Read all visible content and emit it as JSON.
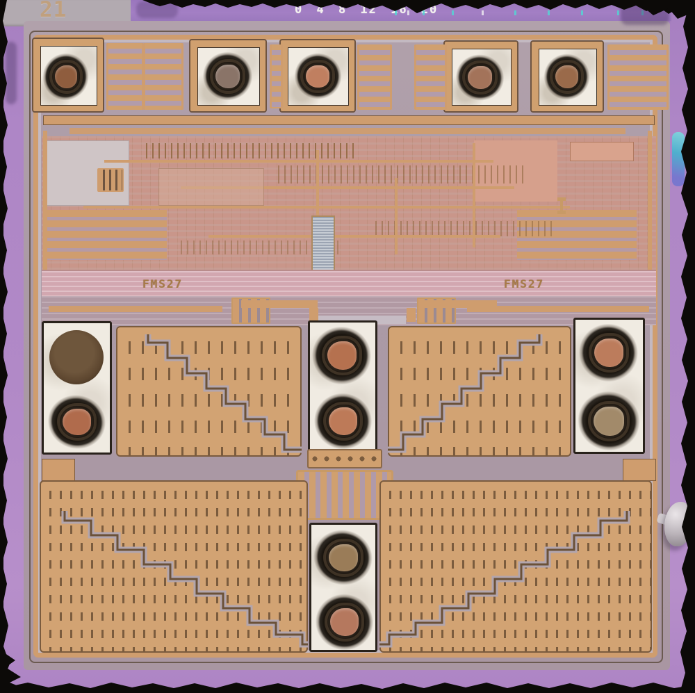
{
  "meta": {
    "description": "Microscope photograph of a decapped FMS27 integrated-circuit die with scorched wire-bond pads, comb resistors and stair-stepped output power transistors"
  },
  "labels": {
    "corner_mark": "21",
    "ruler_scale": "0 4 8 12 16 20",
    "die_marking_left": "FMS27",
    "die_marking_right": "FMS27"
  },
  "bond_pads": {
    "top_row_count": 5,
    "middle_row_blob_count": 6,
    "bottom_column_blob_count": 2
  },
  "colors": {
    "fracture_black": "#0e0c0a",
    "border_purple": "#b189c7",
    "ruler_purple": "#a37fc4",
    "scribe_gray": "#b2aab0",
    "die_base": "#ab9aa6",
    "copper_metal": "#d0a06f",
    "copper_dark_outline": "#6e5440",
    "pad_silver_white": "#f1ece3",
    "bond_residue_dark": "#241c14",
    "bond_residue_brown": "#a06a48",
    "logic_salmon": "#c9968a",
    "marking_band_pink": "#d2a7b0",
    "marking_text": "#a87a48",
    "ruler_text": "#f3f0ee",
    "cyan_ticks": "#55d4d4"
  }
}
